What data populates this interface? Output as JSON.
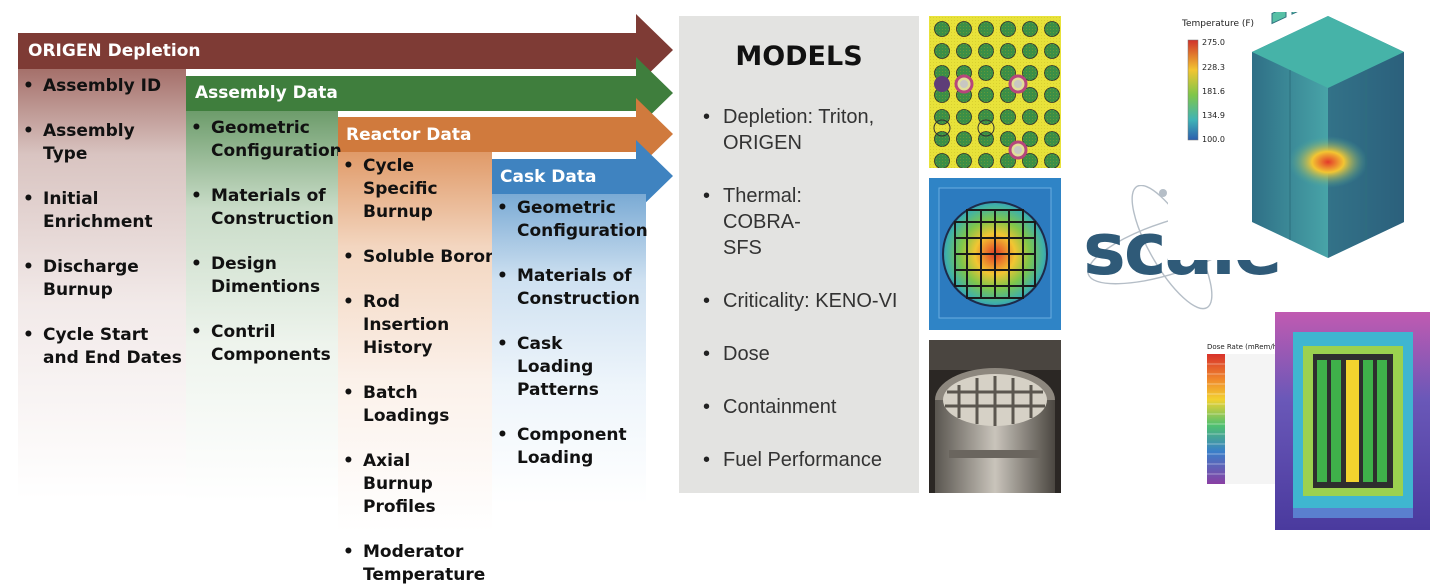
{
  "colors": {
    "origen": "#7e3b35",
    "assembly": "#3f7e3d",
    "reactor": "#d07a3d",
    "cask": "#3f83c0",
    "models_panel": "#e3e3e1",
    "scale_logo": "#2f5a78"
  },
  "origen": {
    "title": "ORIGEN Depletion",
    "items": [
      "Assembly ID",
      "Assembly Type",
      "Initial Enrichment",
      "Discharge Burnup",
      "Cycle Start and End Dates"
    ]
  },
  "assembly": {
    "title": "Assembly Data",
    "items": [
      "Geometric Configuration",
      "Materials of Construction",
      "Design Dimentions",
      "Contril Components"
    ]
  },
  "reactor": {
    "title": "Reactor Data",
    "items": [
      "Cycle Specific Burnup",
      "Soluble Boron",
      "Rod Insertion History",
      "Batch Loadings",
      "Axial Burnup Profiles",
      "Moderator Temperature"
    ]
  },
  "cask": {
    "title": "Cask Data",
    "items": [
      "Geometric Configuration",
      "Materials of Construction",
      "Cask Loading Patterns",
      "Component Loading"
    ]
  },
  "models": {
    "title": "MODELS",
    "items": [
      "Depletion: Triton, ORIGEN",
      "Thermal: COBRA-SFS",
      "Criticality: KENO-VI",
      "Dose",
      "Containment",
      "Fuel Performance"
    ]
  },
  "logo": {
    "wordmark": "scale"
  },
  "temperature_plot": {
    "title": "Temperature (F)",
    "ticks": [
      "275.0",
      "228.3",
      "181.6",
      "134.9",
      "100.0"
    ]
  },
  "dose_plot": {
    "title": "Dose Rate (mRem/hr)"
  },
  "icons": [
    "lattice-image",
    "cask-heatmap-image",
    "cask-photo-image",
    "atom-orbit-icon",
    "assembly-3d-render",
    "dose-rate-render"
  ]
}
